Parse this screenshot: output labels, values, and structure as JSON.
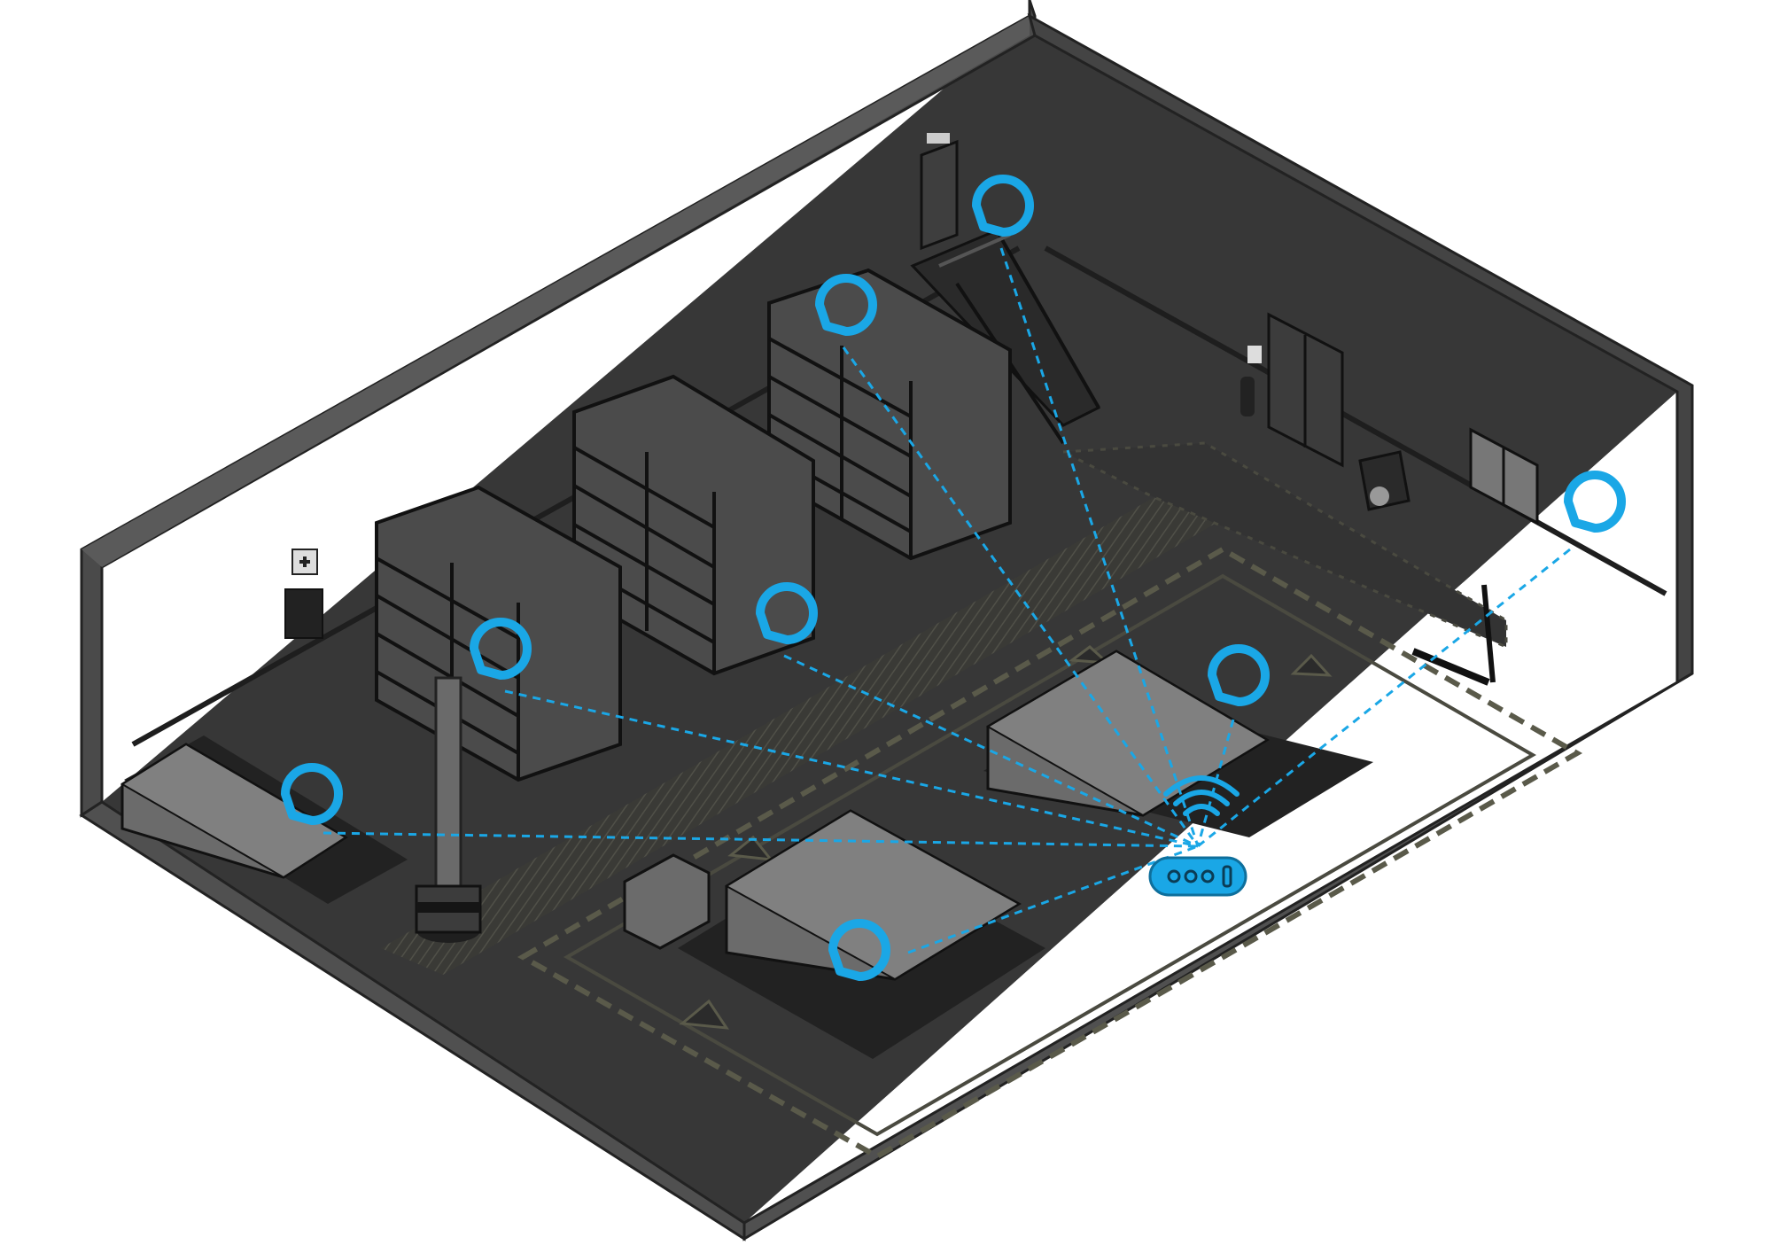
{
  "scene": {
    "name": "isometric-warehouse",
    "floor_color": "#373737",
    "wall_color": "#4a4a4a",
    "wall_edge_color": "#2e2e2e",
    "line_color": "#1e1e1e",
    "accent_color": "#1aa7e6"
  },
  "network": {
    "gateway": {
      "icon": "wifi-router-icon"
    },
    "beacon_icon": "location-beacon-icon",
    "beacons": [
      {
        "id": "beacon-stairs"
      },
      {
        "id": "beacon-shelf-back"
      },
      {
        "id": "beacon-right-wall"
      },
      {
        "id": "beacon-shelf-middle"
      },
      {
        "id": "beacon-shelf-front"
      },
      {
        "id": "beacon-pallets-right"
      },
      {
        "id": "beacon-pallets-left"
      },
      {
        "id": "beacon-pallets-center"
      }
    ]
  }
}
